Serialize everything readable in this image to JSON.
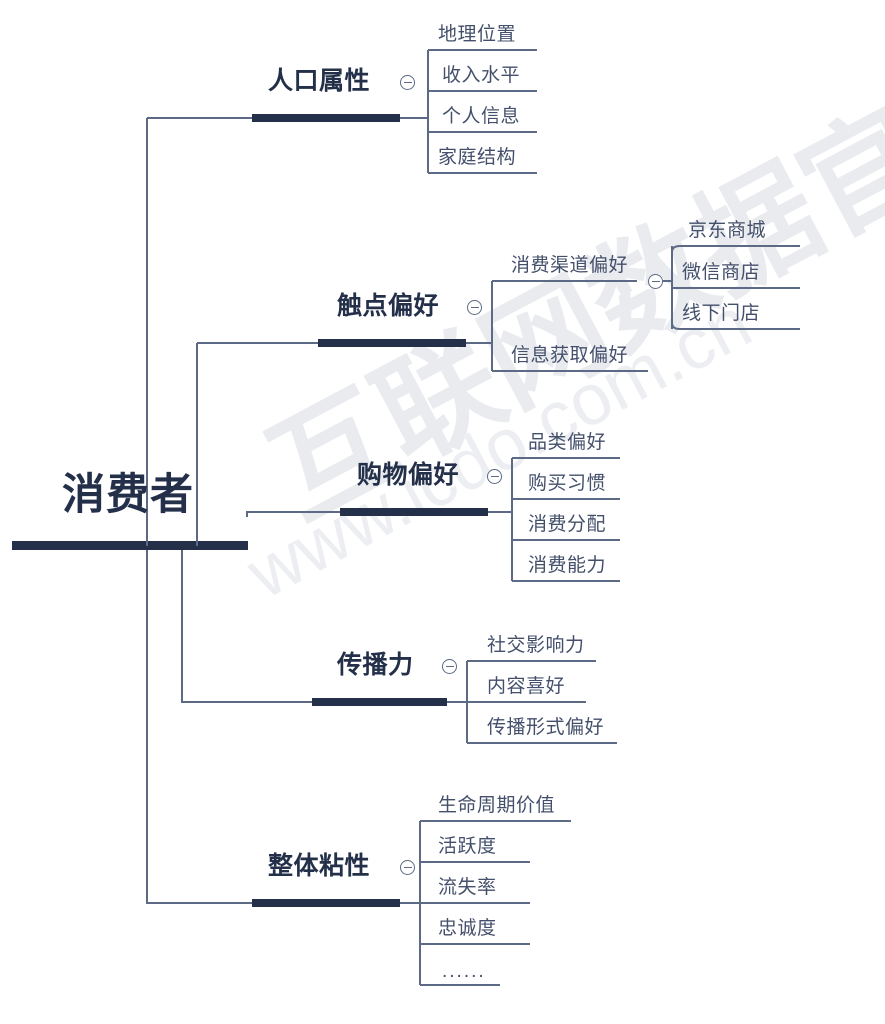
{
  "diagram": {
    "type": "mind-map",
    "title": "消费者",
    "watermark": {
      "text_top": "互联网数据官",
      "text_bottom": "www.icdo.com.cn",
      "color": "#e8eaee"
    },
    "colors": {
      "root_bar": "#24304a",
      "branch_bar": "#24304a",
      "connector": "#5c6a85",
      "leaf_rule": "#5c6a85",
      "root_text": "#24304a",
      "branch_text": "#24304a",
      "leaf_text": "#44506b",
      "background": "#ffffff"
    },
    "root": {
      "label": "消费者"
    },
    "branches": [
      {
        "label": "人口属性",
        "toggle": "collapse-toggle",
        "children": [
          {
            "label": "地理位置"
          },
          {
            "label": "收入水平"
          },
          {
            "label": "个人信息"
          },
          {
            "label": "家庭结构"
          }
        ]
      },
      {
        "label": "触点偏好",
        "toggle": "collapse-toggle",
        "children": [
          {
            "label": "消费渠道偏好",
            "toggle": "collapse-toggle",
            "children": [
              {
                "label": "京东商城"
              },
              {
                "label": "微信商店"
              },
              {
                "label": "线下门店"
              }
            ]
          },
          {
            "label": "信息获取偏好"
          }
        ]
      },
      {
        "label": "购物偏好",
        "toggle": "collapse-toggle",
        "children": [
          {
            "label": "品类偏好"
          },
          {
            "label": "购买习惯"
          },
          {
            "label": "消费分配"
          },
          {
            "label": "消费能力"
          }
        ]
      },
      {
        "label": "传播力",
        "toggle": "collapse-toggle",
        "children": [
          {
            "label": "社交影响力"
          },
          {
            "label": "内容喜好"
          },
          {
            "label": "传播形式偏好"
          }
        ]
      },
      {
        "label": "整体粘性",
        "toggle": "collapse-toggle",
        "children": [
          {
            "label": "生命周期价值"
          },
          {
            "label": "活跃度"
          },
          {
            "label": "流失率"
          },
          {
            "label": "忠诚度"
          },
          {
            "label": "......"
          }
        ]
      }
    ]
  }
}
